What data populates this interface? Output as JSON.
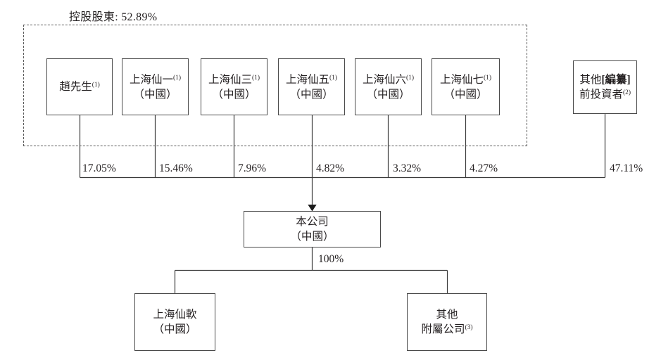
{
  "ink": "#231f20",
  "header": {
    "label": "控股股東: 52.89%"
  },
  "owners": [
    {
      "name": "趙先生",
      "sup": "(1)"
    },
    {
      "name": "上海仙一",
      "sup": "(1)",
      "sub": "（中國）"
    },
    {
      "name": "上海仙三",
      "sup": "(1)",
      "sub": "（中國）"
    },
    {
      "name": "上海仙五",
      "sup": "(1)",
      "sub": "（中國）"
    },
    {
      "name": "上海仙六",
      "sup": "(1)",
      "sub": "（中國）"
    },
    {
      "name": "上海仙七",
      "sup": "(1)",
      "sub": "（中國）"
    },
    {
      "name": "其他",
      "redacted": "[編纂]",
      "line2": "前投資者",
      "sup": "(2)"
    }
  ],
  "stakes": [
    "17.05%",
    "15.46%",
    "7.96%",
    "4.82%",
    "3.32%",
    "4.27%",
    "47.11%"
  ],
  "company": {
    "name": "本公司",
    "sub": "（中國）",
    "ownership": "100%"
  },
  "subsidiaries": [
    {
      "name": "上海仙軟",
      "sub": "（中國）"
    },
    {
      "line1": "其他",
      "line2": "附屬公司",
      "sup": "(3)"
    }
  ]
}
